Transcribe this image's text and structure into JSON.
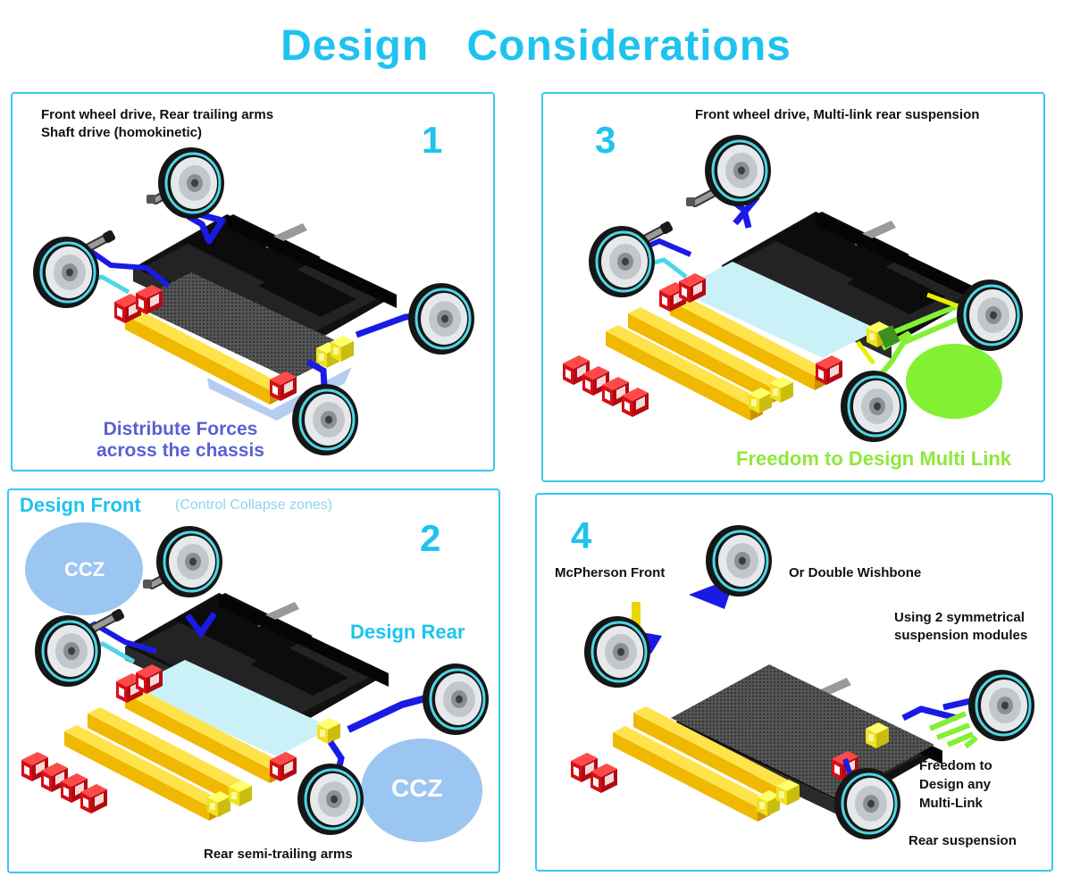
{
  "title": "Design Considerations",
  "panels": {
    "p1": {
      "number": "1",
      "caption_line1": "Front wheel drive, Rear trailing arms",
      "caption_line2": "Shaft drive (homokinetic)",
      "note_line1": "Distribute Forces",
      "note_line2": "across the chassis"
    },
    "p3": {
      "number": "3",
      "caption": "Front wheel drive, Multi-link rear suspension",
      "note": "Freedom to Design Multi Link"
    },
    "p2": {
      "number": "2",
      "heading": "Design Front",
      "subheading": "(Control Collapse zones)",
      "ccz_front": "CCZ",
      "ccz_rear": "CCZ",
      "design_rear": "Design Rear",
      "caption": "Rear semi-trailing arms"
    },
    "p4": {
      "number": "4",
      "mcpherson": "McPherson Front",
      "double_wishbone": "Or Double Wishbone",
      "modules_line1": "Using 2 symmetrical",
      "modules_line2": "suspension modules",
      "freedom_line1": "Freedom to",
      "freedom_line2": "Design any",
      "freedom_line3": "Multi-Link",
      "rear_suspension": "Rear suspension"
    }
  },
  "colors": {
    "accent_cyan": "#1ec3ef",
    "force_blue": "#5b5fd6",
    "freedom_green": "#8ee83a",
    "ccz_fill": "#9cc6f2",
    "chassis_black": "#1a1a1a",
    "sill_yellow": "#f2c314",
    "bracket_red": "#e8141e",
    "arm_blue": "#1a1ae6",
    "floor_cyan": "#cbf1f8"
  }
}
